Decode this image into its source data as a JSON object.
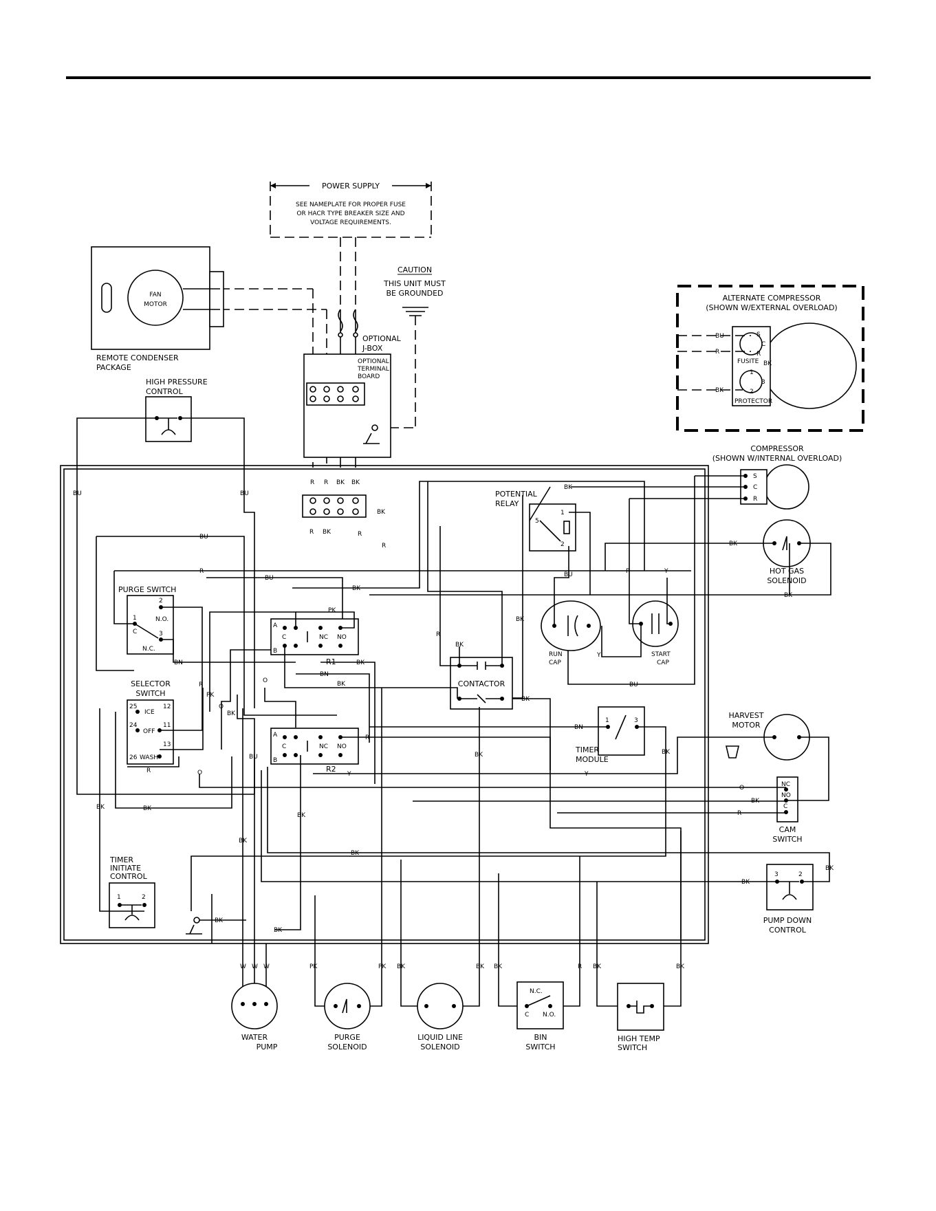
{
  "power_supply": {
    "title": "POWER SUPPLY",
    "note_lines": [
      "SEE NAMEPLATE FOR PROPER FUSE",
      "OR HACR TYPE BREAKER SIZE AND",
      "VOLTAGE REQUIREMENTS."
    ]
  },
  "caution": {
    "title": "CAUTION",
    "lines": [
      "THIS UNIT MUST",
      "BE GROUNDED"
    ]
  },
  "optional_jbox": [
    "OPTIONAL",
    "J-BOX"
  ],
  "optional_terminal_board": [
    "OPTIONAL",
    "TERMINAL",
    "BOARD"
  ],
  "remote_condenser": {
    "label_lines": [
      "REMOTE CONDENSER",
      "PACKAGE"
    ],
    "fan_motor": [
      "FAN",
      "MOTOR"
    ]
  },
  "alternate_compressor": {
    "title_lines": [
      "ALTERNATE COMPRESSOR",
      "(SHOWN W/EXTERNAL OVERLOAD)"
    ],
    "fusite": "FUSITE",
    "protector": "PROTECTOR",
    "terminals": [
      "S",
      "C",
      "R",
      "1",
      "3",
      "2"
    ]
  },
  "compressor": {
    "title_lines": [
      "COMPRESSOR",
      "(SHOWN W/INTERNAL OVERLOAD)"
    ],
    "terminals": [
      "S",
      "C",
      "R"
    ]
  },
  "components": {
    "high_pressure_control": [
      "HIGH PRESSURE",
      "CONTROL"
    ],
    "potential_relay": [
      "POTENTIAL",
      "RELAY"
    ],
    "hot_gas_solenoid": [
      "HOT GAS",
      "SOLENOID"
    ],
    "purge_switch": "PURGE SWITCH",
    "selector_switch": [
      "SELECTOR",
      "SWITCH"
    ],
    "run_cap": [
      "RUN",
      "CAP"
    ],
    "start_cap": [
      "START",
      "CAP"
    ],
    "contactor": "CONTACTOR",
    "timer_module": [
      "TIMER",
      "MODULE"
    ],
    "harvest_motor": [
      "HARVEST",
      "MOTOR"
    ],
    "cam_switch": [
      "CAM",
      "SWITCH"
    ],
    "timer_initiate_control": [
      "TIMER",
      "INITIATE",
      "CONTROL"
    ],
    "pump_down_control": [
      "PUMP DOWN",
      "CONTROL"
    ],
    "water_pump": [
      "WATER",
      "PUMP"
    ],
    "purge_solenoid": [
      "PURGE",
      "SOLENOID"
    ],
    "liquid_line_solenoid": [
      "LIQUID LINE",
      "SOLENOID"
    ],
    "bin_switch": [
      "BIN",
      "SWITCH"
    ],
    "high_temp_switch": [
      "HIGH TEMP",
      "SWITCH"
    ]
  },
  "relays": {
    "r1": {
      "name": "R1",
      "contacts": [
        "A",
        "C",
        "B",
        "NC",
        "NO"
      ]
    },
    "r2": {
      "name": "R2",
      "contacts": [
        "A",
        "C",
        "B",
        "NC",
        "NO"
      ]
    }
  },
  "switch_labels": {
    "purge": [
      "2",
      "N.O.",
      "1",
      "C",
      "3",
      "N.C."
    ],
    "selector": [
      "25",
      "ICE",
      "12",
      "24",
      "OFF",
      "11",
      "13",
      "26",
      "WASH"
    ],
    "cam": [
      "NC",
      "NO",
      "C"
    ],
    "bin": [
      "N.C.",
      "C",
      "N.O."
    ],
    "timer_module": [
      "1",
      "3"
    ],
    "timer_initiate": [
      "1",
      "2"
    ],
    "pump_down": [
      "3",
      "2"
    ],
    "relay_terminals": [
      "1",
      "5",
      "2"
    ]
  },
  "wire_codes": {
    "BU": "BU",
    "BK": "BK",
    "R": "R",
    "PK": "PK",
    "BN": "BN",
    "O": "O",
    "Y": "Y",
    "W": "W"
  }
}
